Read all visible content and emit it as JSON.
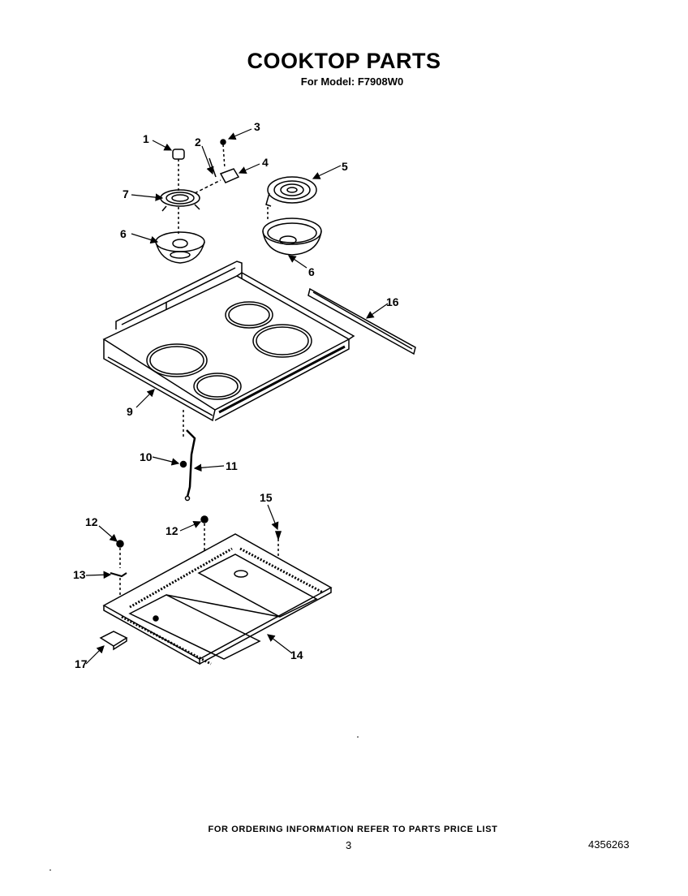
{
  "title": "COOKTOP PARTS",
  "subtitle": "For Model: F7908W0",
  "footer_note": "FOR ORDERING INFORMATION REFER TO PARTS PRICE LIST",
  "page_number": "3",
  "document_number": "4356263",
  "callouts": {
    "c1": "1",
    "c2": "2",
    "c3": "3",
    "c4": "4",
    "c5": "5",
    "c6a": "6",
    "c6b": "6",
    "c7": "7",
    "c9": "9",
    "c10": "10",
    "c11": "11",
    "c12a": "12",
    "c12b": "12",
    "c13": "13",
    "c14": "14",
    "c15": "15",
    "c16": "16",
    "c17": "17"
  }
}
